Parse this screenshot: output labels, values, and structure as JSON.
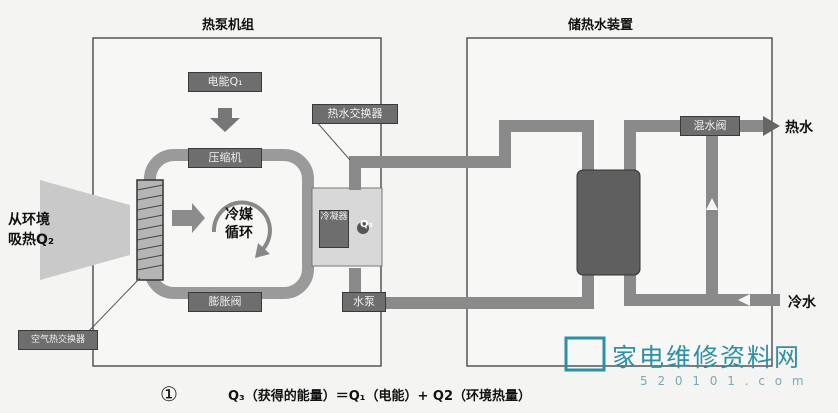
{
  "titles": {
    "heat_pump_unit": "热泵机组",
    "hot_water_storage": "储热水装置"
  },
  "components": {
    "electric_energy": "电能Q₁",
    "compressor": "压缩机",
    "hot_water_heat_exchanger": "热水交换器",
    "refrigerant_cycle": "冷媒循环",
    "condenser": "冷凝器",
    "q3_label": "Q₃",
    "expansion_valve": "膨胀阀",
    "water_pump": "水泵",
    "air_heat_exchanger": "空气热交换器",
    "mixing_valve": "混水阀"
  },
  "sides": {
    "absorb_line1": "从环境",
    "absorb_line2": "吸热Q₂",
    "hot_water": "热水",
    "cold_water": "冷水"
  },
  "figure_number": "①",
  "formula": "Q₃（获得的能量）＝Q₁（电能）+ Q2（环境热量）",
  "watermark": {
    "text": "家电维修资料网",
    "url": "5 2 0 1 0 1 . c o m"
  },
  "colors": {
    "pipe": "#8a8a8a",
    "tag": "#6e6e6e",
    "watermark": "#2f8fa6"
  }
}
